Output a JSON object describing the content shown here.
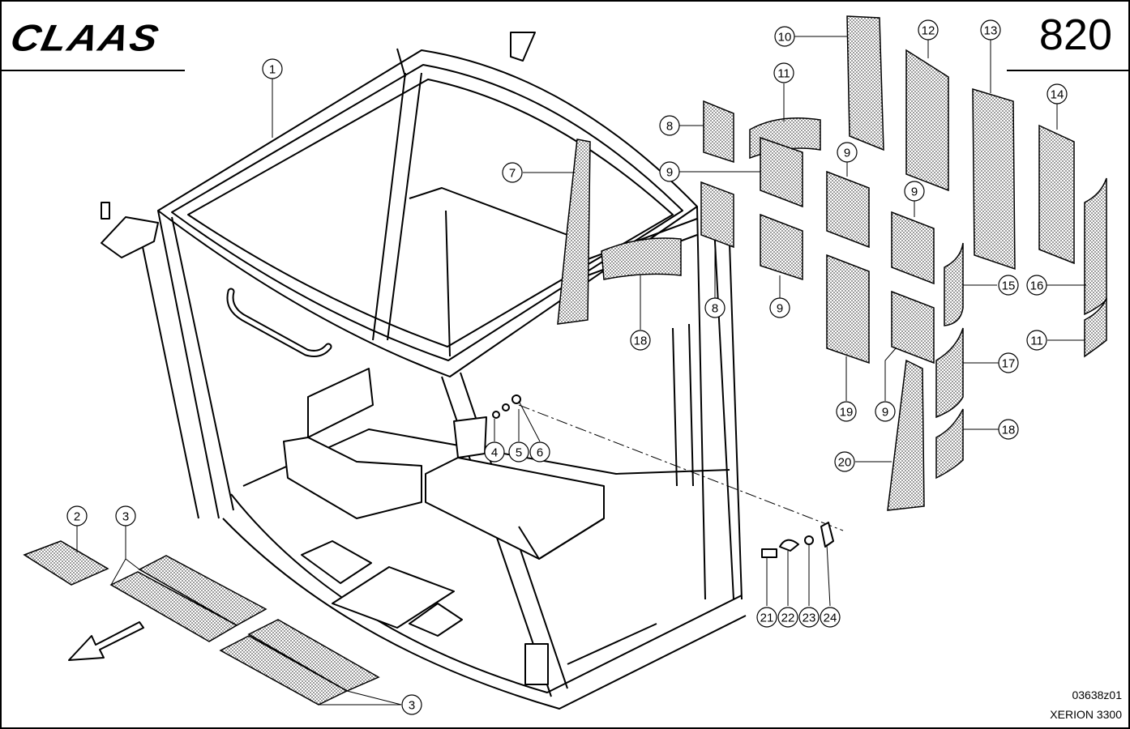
{
  "header": {
    "brand": "CLAAS",
    "page_number": "820"
  },
  "footer": {
    "drawing_code": "03638z01",
    "model": "XERION 3300"
  },
  "callouts": [
    "1",
    "2",
    "3",
    "3",
    "4",
    "5",
    "6",
    "7",
    "8",
    "8",
    "9",
    "9",
    "9",
    "9",
    "9",
    "10",
    "11",
    "11",
    "12",
    "13",
    "14",
    "15",
    "16",
    "17",
    "18",
    "18",
    "19",
    "20",
    "21",
    "22",
    "23",
    "24"
  ],
  "colors": {
    "line": "#000000",
    "background": "#ffffff",
    "insulation_fill": "#d9d9d9"
  },
  "icons": [
    "direction-arrow-icon"
  ]
}
